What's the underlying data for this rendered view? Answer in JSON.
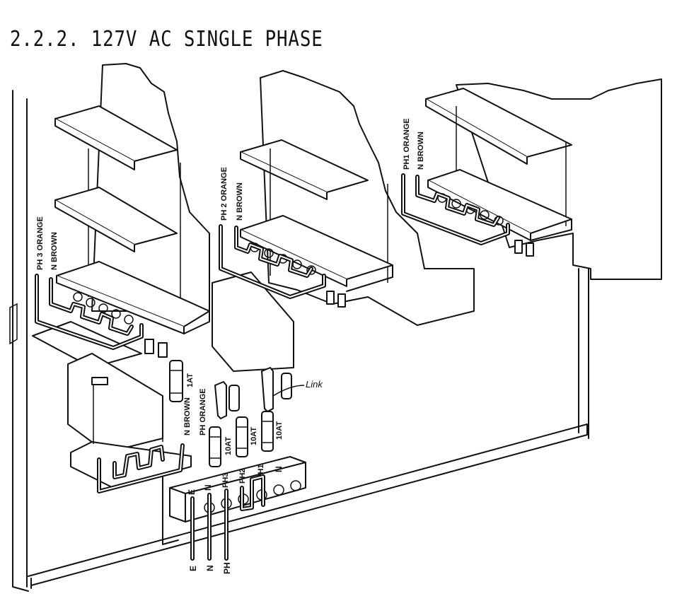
{
  "title": "2.2.2. 127V AC SINGLE PHASE",
  "transformers": [
    {
      "id": "t3",
      "wire_labels": [
        "PH 3 ORANGE",
        "N BROWN"
      ]
    },
    {
      "id": "t2",
      "wire_labels": [
        "PH 2 ORANGE",
        "N BROWN"
      ]
    },
    {
      "id": "t1",
      "wire_labels": [
        "PH1 ORANGE",
        "N BROWN"
      ]
    }
  ],
  "small_transformer": {
    "wire_labels": [
      "N BROWN",
      "PH ORANGE"
    ],
    "fuse": "1AT"
  },
  "fuses": [
    "10AT",
    "10AT",
    "10AT"
  ],
  "link_label": "Link",
  "terminal_block": {
    "labels": [
      "E",
      "N",
      "PH3",
      "PH2",
      "PH1",
      "N"
    ]
  },
  "incoming_wires": [
    "E",
    "N",
    "PH"
  ]
}
